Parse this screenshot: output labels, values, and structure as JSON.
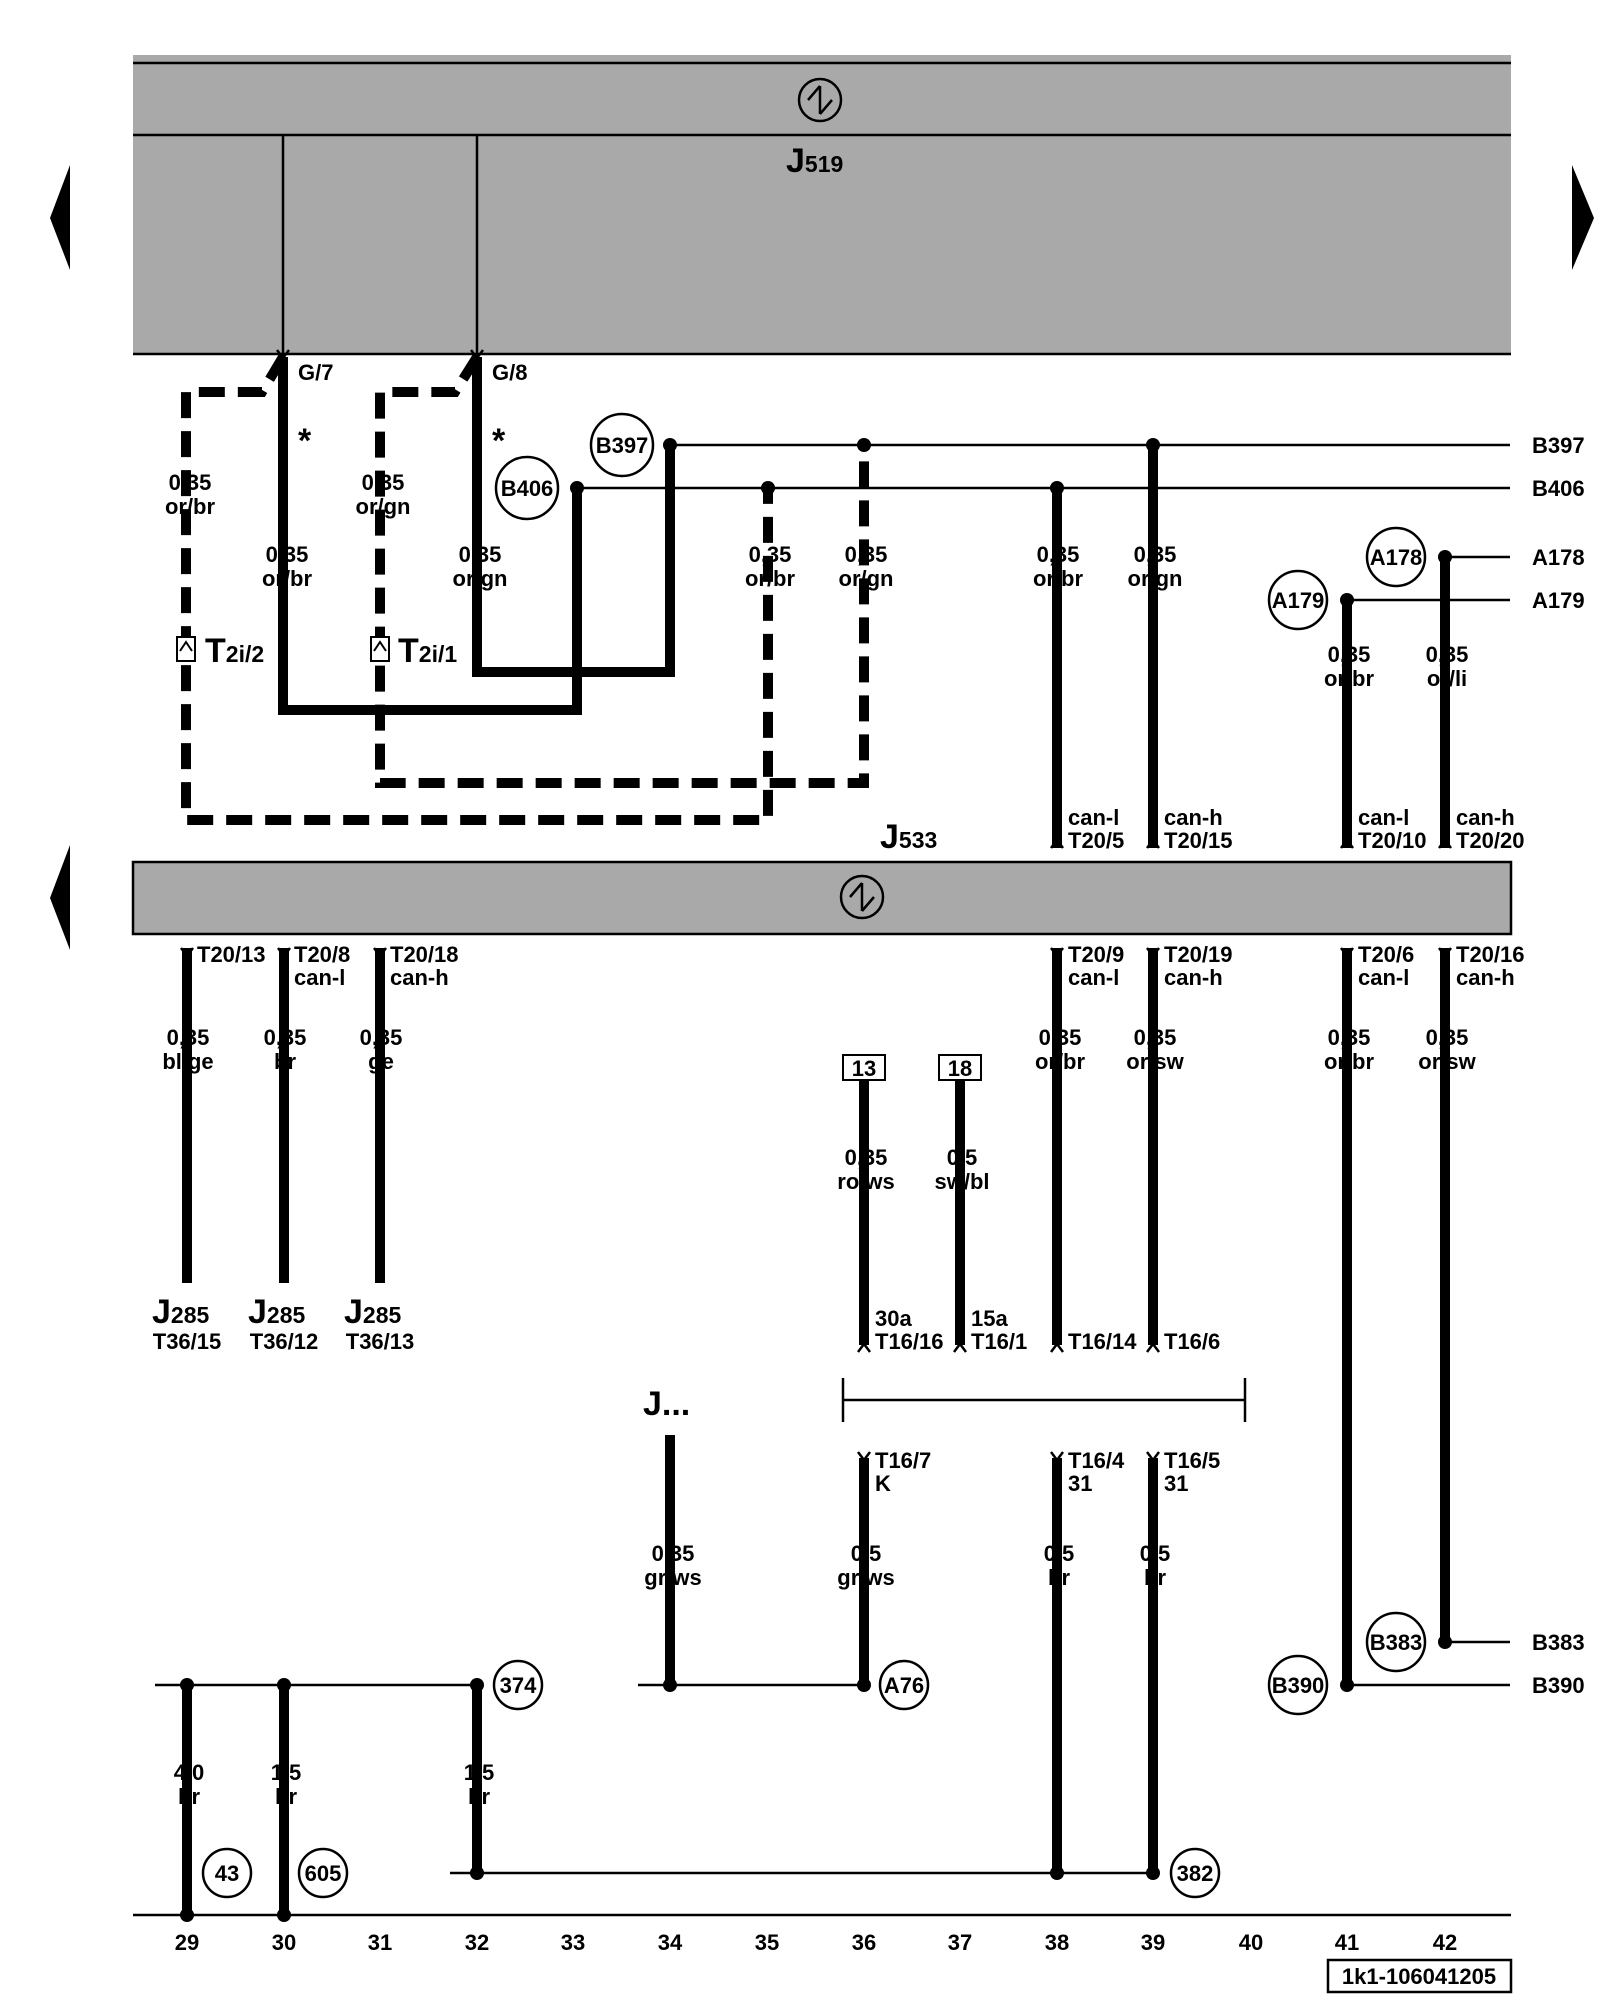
{
  "components": {
    "top_module": {
      "name": "J",
      "sub": "519"
    },
    "bottom_module": {
      "name": "J",
      "sub": "533"
    },
    "other_unit": "J...",
    "j285_label": {
      "name": "J",
      "sub": "285"
    },
    "connector_t2i_2": {
      "name": "T",
      "sub": "2i/2"
    },
    "connector_t2i_1": {
      "name": "T",
      "sub": "2i/1"
    }
  },
  "pins": {
    "g7": "G/7",
    "g8": "G/8",
    "star": "*",
    "t20_5": "T20/5",
    "t20_15": "T20/15",
    "t20_10": "T20/10",
    "t20_20": "T20/20",
    "t20_13": "T20/13",
    "t20_8": "T20/8",
    "t20_18": "T20/18",
    "t20_9": "T20/9",
    "t20_19": "T20/19",
    "t20_6": "T20/6",
    "t20_16": "T20/16",
    "t36_15": "T36/15",
    "t36_12": "T36/12",
    "t36_13": "T36/13",
    "t16_16": "T16/16",
    "t16_1": "T16/1",
    "t16_14": "T16/14",
    "t16_6": "T16/6",
    "t16_7": "T16/7",
    "t16_4": "T16/4",
    "t16_5": "T16/5",
    "can_l": "can-l",
    "can_h": "can-h",
    "term_30a": "30a",
    "term_15a": "15a",
    "term_k": "K",
    "term_31": "31"
  },
  "wires": {
    "w1": [
      "0,35",
      "or/br"
    ],
    "w2": [
      "0,35",
      "or/gn"
    ],
    "w3": [
      "0,35",
      "or/br"
    ],
    "w4": [
      "0,35",
      "or/gn"
    ],
    "w5": [
      "0,35",
      "or/br"
    ],
    "w6": [
      "0,35",
      "or/gn"
    ],
    "w7": [
      "0,35",
      "or/br"
    ],
    "w8": [
      "0,35",
      "or/gn"
    ],
    "w9": [
      "0,35",
      "or/br"
    ],
    "w10": [
      "0,35",
      "or/li"
    ],
    "w11": [
      "0,35",
      "bl/ge"
    ],
    "w12": [
      "0,35",
      "br"
    ],
    "w13": [
      "0,35",
      "ge"
    ],
    "w14": [
      "0,35",
      "ro/ws"
    ],
    "w15": [
      "0,5",
      "sw/bl"
    ],
    "w16": [
      "0,35",
      "or/br"
    ],
    "w17": [
      "0,35",
      "or/sw"
    ],
    "w18": [
      "0,35",
      "or/br"
    ],
    "w19": [
      "0,35",
      "or/sw"
    ],
    "w20": [
      "0,35",
      "gr/ws"
    ],
    "w21": [
      "0,5",
      "gr/ws"
    ],
    "w22": [
      "0,5",
      "br"
    ],
    "w23": [
      "0,5",
      "br"
    ],
    "w24": [
      "4,0",
      "br"
    ],
    "w25": [
      "1,5",
      "br"
    ],
    "w26": [
      "1,5",
      "br"
    ]
  },
  "nodes": {
    "b397": "B397",
    "b406": "B406",
    "a178": "A178",
    "a179": "A179",
    "b383": "B383",
    "b390": "B390",
    "a76": "A76",
    "n374": "374",
    "n43": "43",
    "n605": "605",
    "n382": "382"
  },
  "refs": {
    "r13": "13",
    "r18": "18"
  },
  "grid_numbers": [
    "29",
    "30",
    "31",
    "32",
    "33",
    "34",
    "35",
    "36",
    "37",
    "38",
    "39",
    "40",
    "41",
    "42"
  ],
  "footer_code": "1k1-106041205",
  "icons": [
    "ground-symbol-icon",
    "arrow-left-icon",
    "arrow-right-icon"
  ]
}
